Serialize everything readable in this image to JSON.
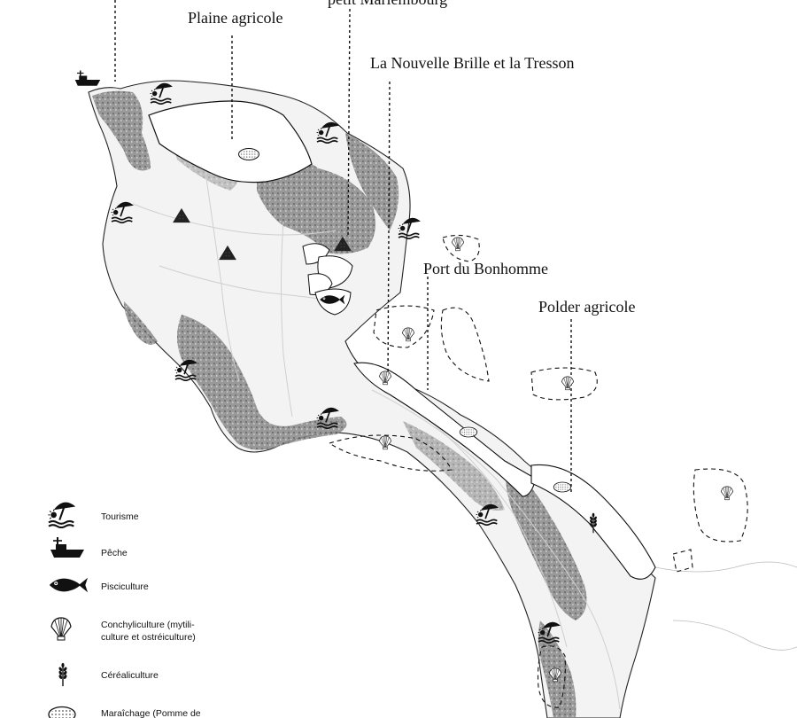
{
  "place_labels": {
    "top_cut": "petit Marlembourg",
    "plaine": "Plaine agricole",
    "nouvelle_brille": "La Nouvelle Brille et la Tresson",
    "port": "Port du Bonhomme",
    "polder": "Polder agricole"
  },
  "legend": {
    "tourisme": "Tourisme",
    "peche": "Pêche",
    "pisciculture": "Pisciculture",
    "conchy_1": "Conchyliculture (mytili-",
    "conchy_2": "culture et ostréiculture)",
    "cereali": "Céréaliculture",
    "maraich": "Maraîchage (Pomme de"
  },
  "icons": {
    "tourism": "beach-umbrella-icon",
    "fishing": "fishing-boat-icon",
    "fish_farming": "fish-icon",
    "shellfish": "scallop-shell-icon",
    "cereal": "wheat-icon",
    "market_gardening": "potato-icon",
    "salt_marsh": "salt-pile-icon"
  },
  "colors": {
    "ink": "#111111",
    "land": "#f3f3f3",
    "urban": "#7a7a7a",
    "road": "#cfcfcf"
  }
}
